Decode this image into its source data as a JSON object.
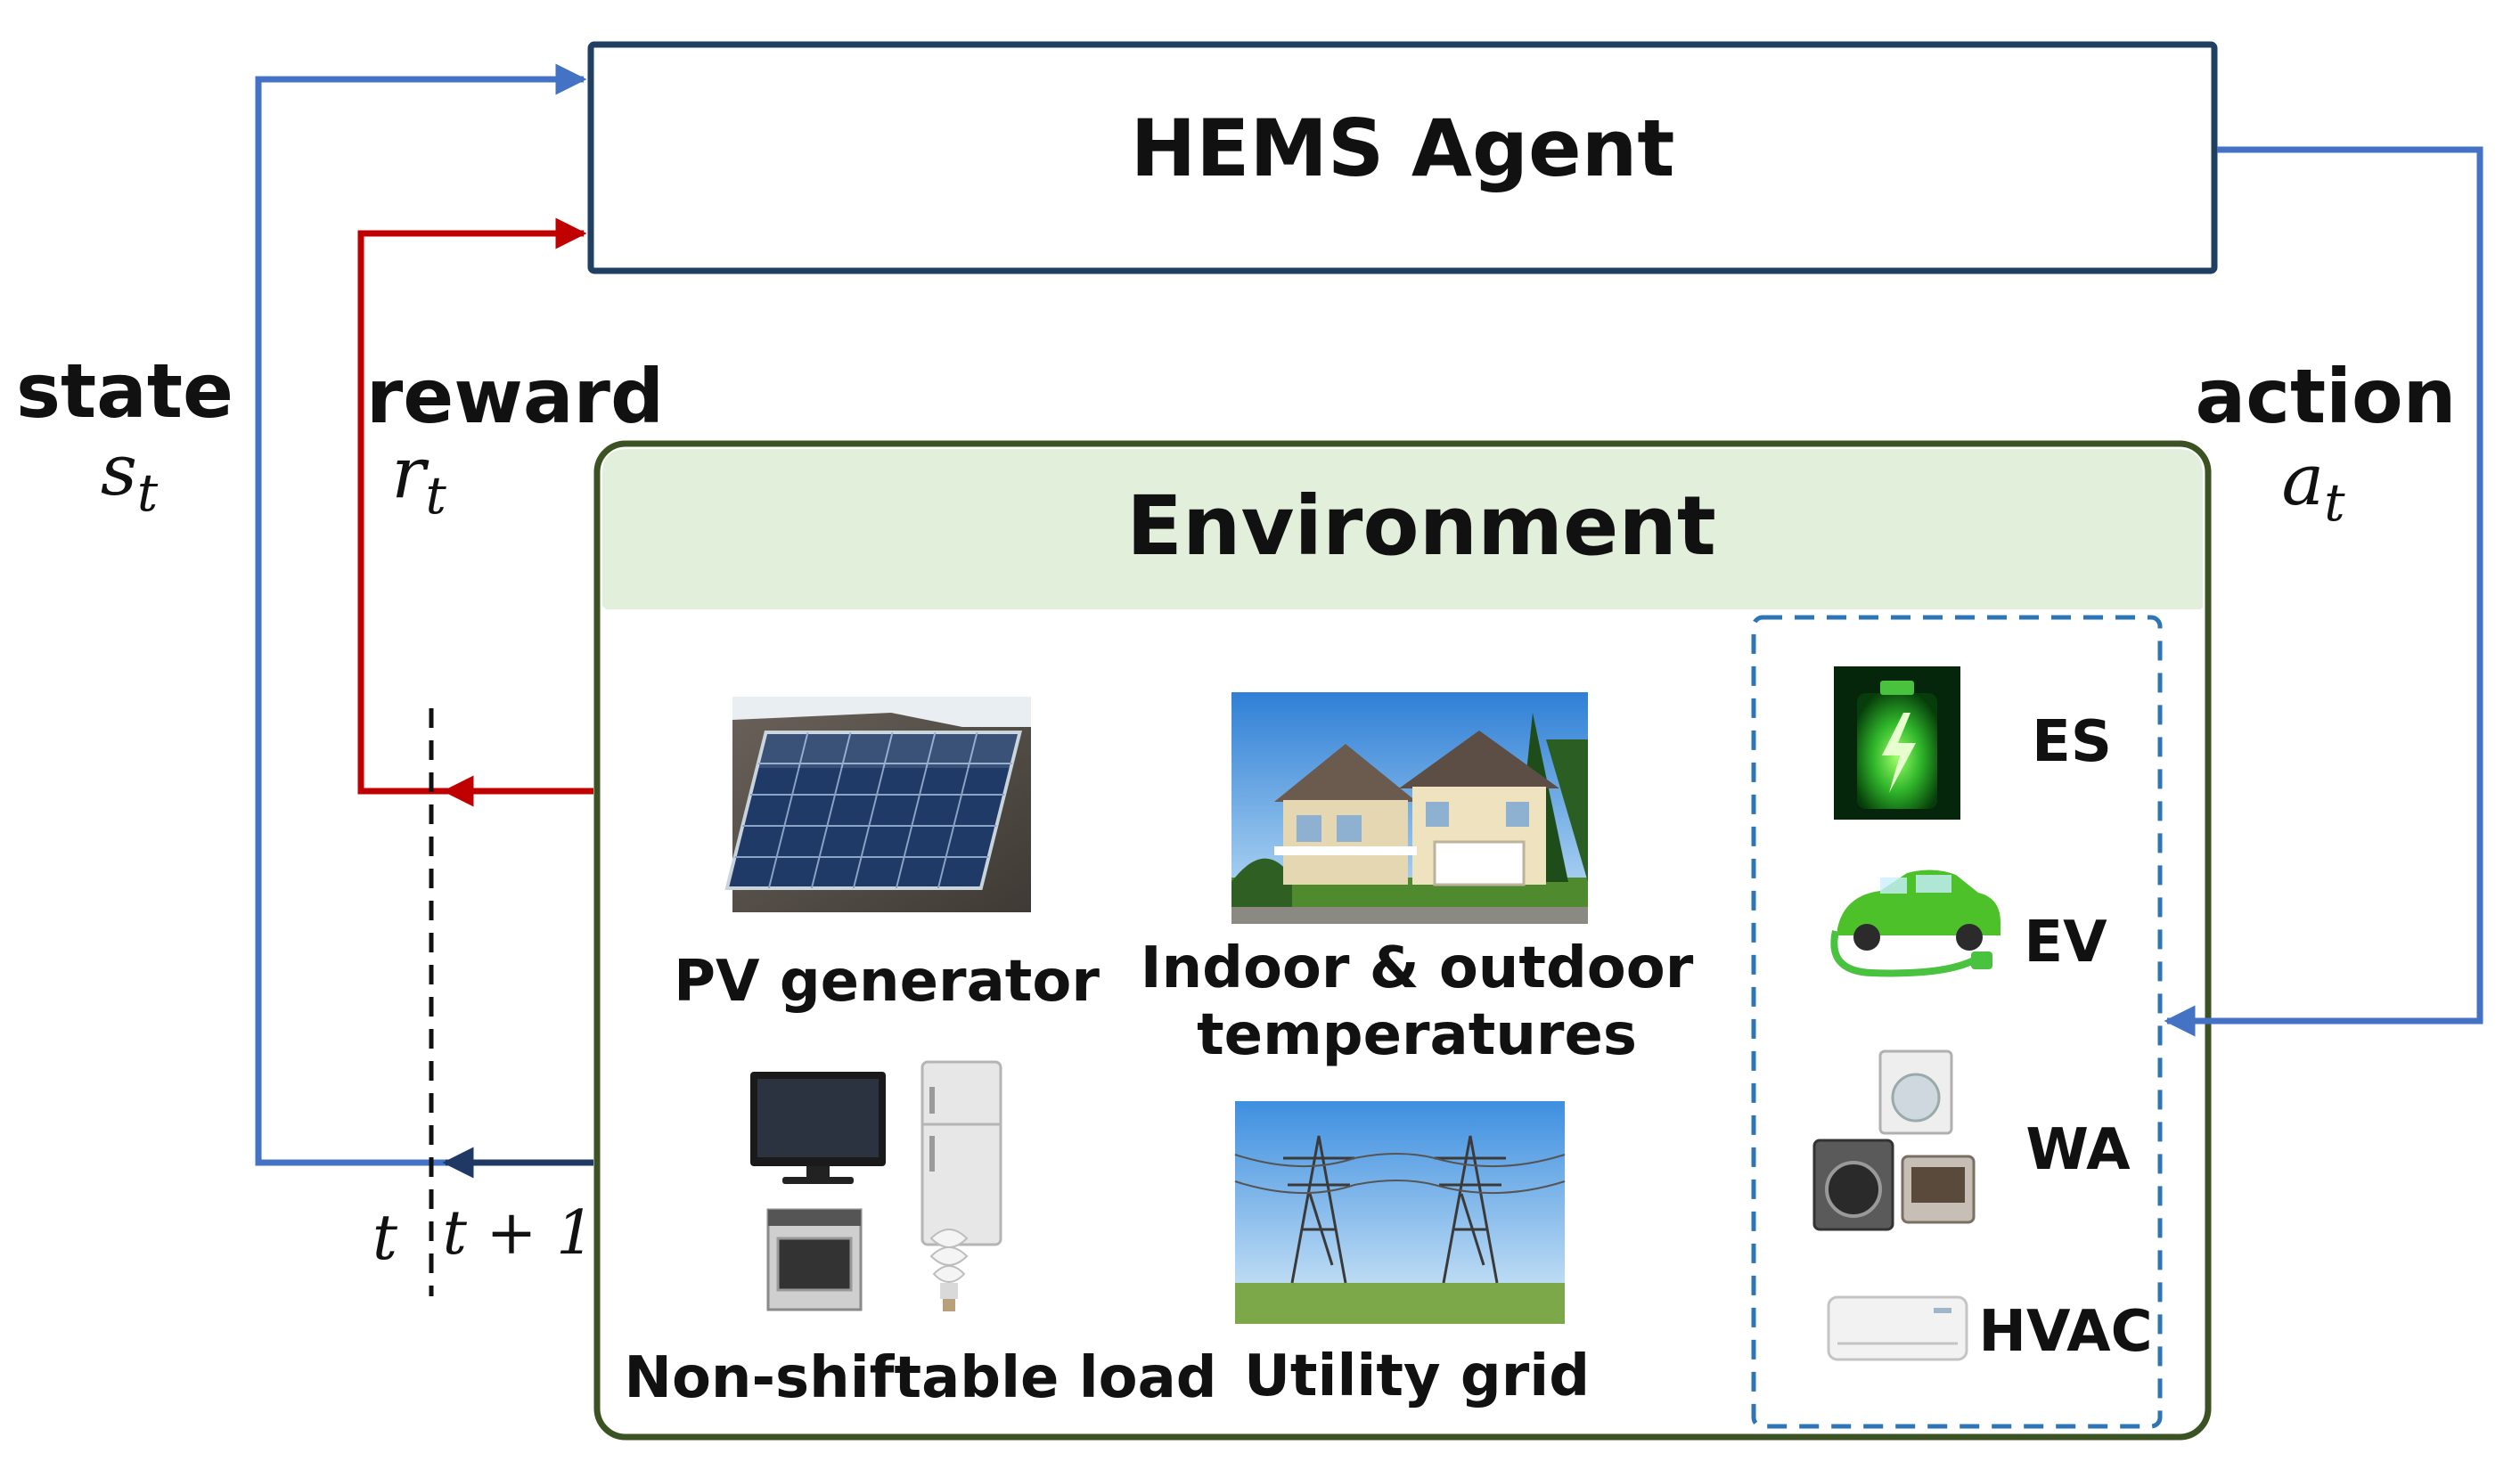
{
  "agent": {
    "title": "HEMS Agent"
  },
  "environment": {
    "title": "Environment",
    "items": {
      "pv": "PV generator",
      "temps_line1": "Indoor & outdoor",
      "temps_line2": "temperatures",
      "load": "Non-shiftable load",
      "grid": "Utility grid"
    },
    "devices": [
      "ES",
      "EV",
      "WA",
      "HVAC"
    ]
  },
  "signals": {
    "state": {
      "label": "state",
      "symbol": "s",
      "sub": "t"
    },
    "reward": {
      "label": "reward",
      "symbol": "r",
      "sub": "t"
    },
    "action": {
      "label": "action",
      "symbol": "a",
      "sub": "t"
    }
  },
  "time": {
    "t": "t",
    "t_next": "t + 1"
  },
  "colors": {
    "state_arrow": "#4472C4",
    "reward_arrow": "#C00000",
    "feedback_arrow": "#1F3864",
    "agent_border": "#1F3F63",
    "env_border": "#3B5323",
    "env_header": "#E2EFDA",
    "device_box": "#2E75B6"
  }
}
